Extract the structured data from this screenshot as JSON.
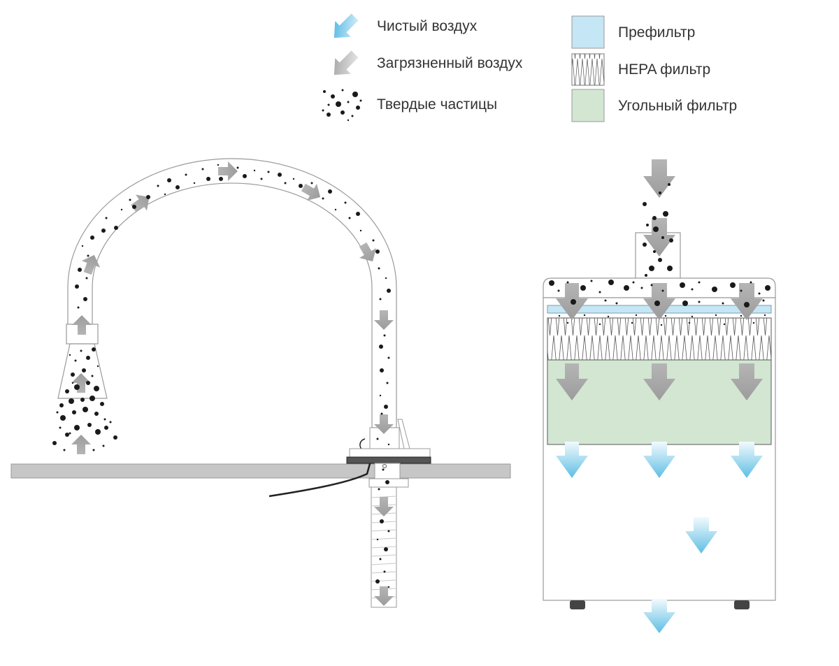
{
  "legend": {
    "clean_air": "Чистый воздух",
    "dirty_air": "Загрязненный воздух",
    "particles": "Твердые частицы",
    "prefilter": "Префильтр",
    "hepa": "HEPA фильтр",
    "carbon": "Угольный фильтр"
  },
  "colors": {
    "clean_arrow": "#6ec6e6",
    "dirty_arrow": "#a6a6a6",
    "particle": "#1a1a1a",
    "prefilter": "#c5e6f4",
    "carbon": "#d2e6d2",
    "table": "#c6c6c6",
    "outline": "#8c8c8c"
  },
  "icons": [
    "clean-air-arrow-icon",
    "dirty-air-arrow-icon",
    "particles-icon",
    "prefilter-swatch-icon",
    "hepa-swatch-icon",
    "carbon-swatch-icon"
  ]
}
